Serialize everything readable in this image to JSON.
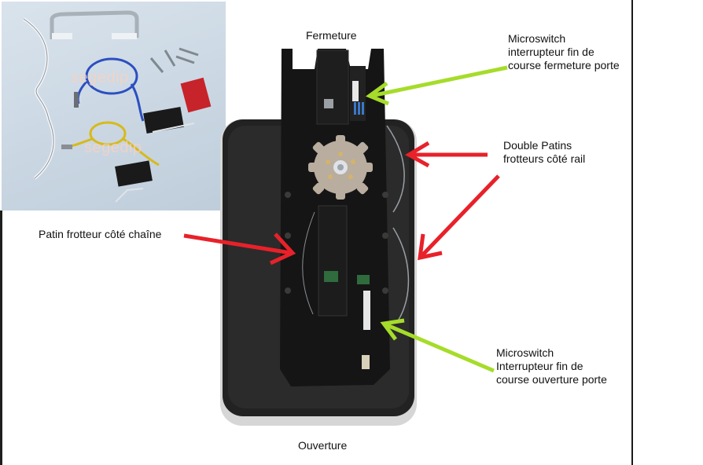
{
  "labels": {
    "top": "Fermeture",
    "bottom": "Ouverture",
    "microswitch_close": "Microswitch\ninterrupteur fin de\ncourse fermeture porte",
    "double_patins": "Double Patins\nfrotteurs côté rail",
    "patin_chain": "Patin frotteur côté chaîne",
    "microswitch_open": "Microswitch\nInterrupteur fin de\ncourse ouverture porte"
  },
  "kit_photo": {
    "watermarks": [
      "segedip",
      "segedip"
    ]
  },
  "colors": {
    "arrow_red": "#e8212a",
    "arrow_green": "#a6dc2a",
    "housing": "#1c1c1c",
    "sprocket": "#b8ad9e"
  }
}
